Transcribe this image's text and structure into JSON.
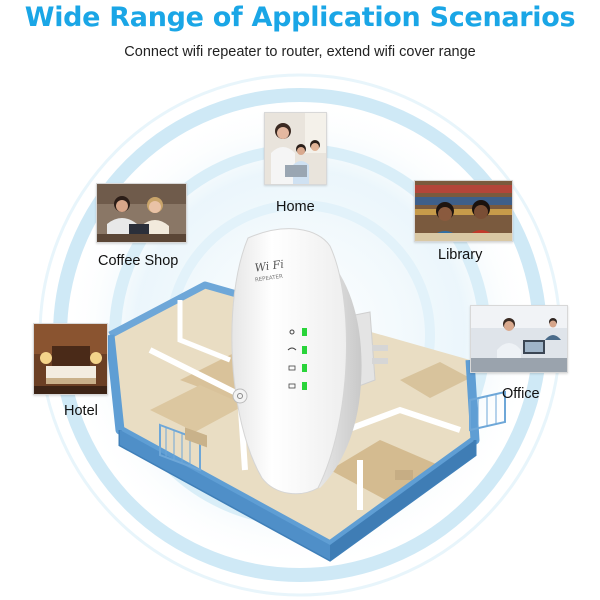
{
  "headline": "Wide Range of Application Scenarios",
  "subheadline": "Connect wifi repeater to router, extend wifi cover range",
  "device_logo": "Wi Fi",
  "device_model": "REPEATER",
  "scenarios": [
    {
      "label": "Home",
      "icon": "family-photo"
    },
    {
      "label": "Coffee Shop",
      "icon": "cafe-photo"
    },
    {
      "label": "Library",
      "icon": "library-photo"
    },
    {
      "label": "Hotel",
      "icon": "hotel-room-photo"
    },
    {
      "label": "Office",
      "icon": "office-photo"
    }
  ],
  "colors": {
    "headline": "#1aa6e6",
    "signal_rings": "#cfe9f6",
    "floorplan_walls": "#6ea7d8",
    "indicator_led": "#29d43a"
  }
}
